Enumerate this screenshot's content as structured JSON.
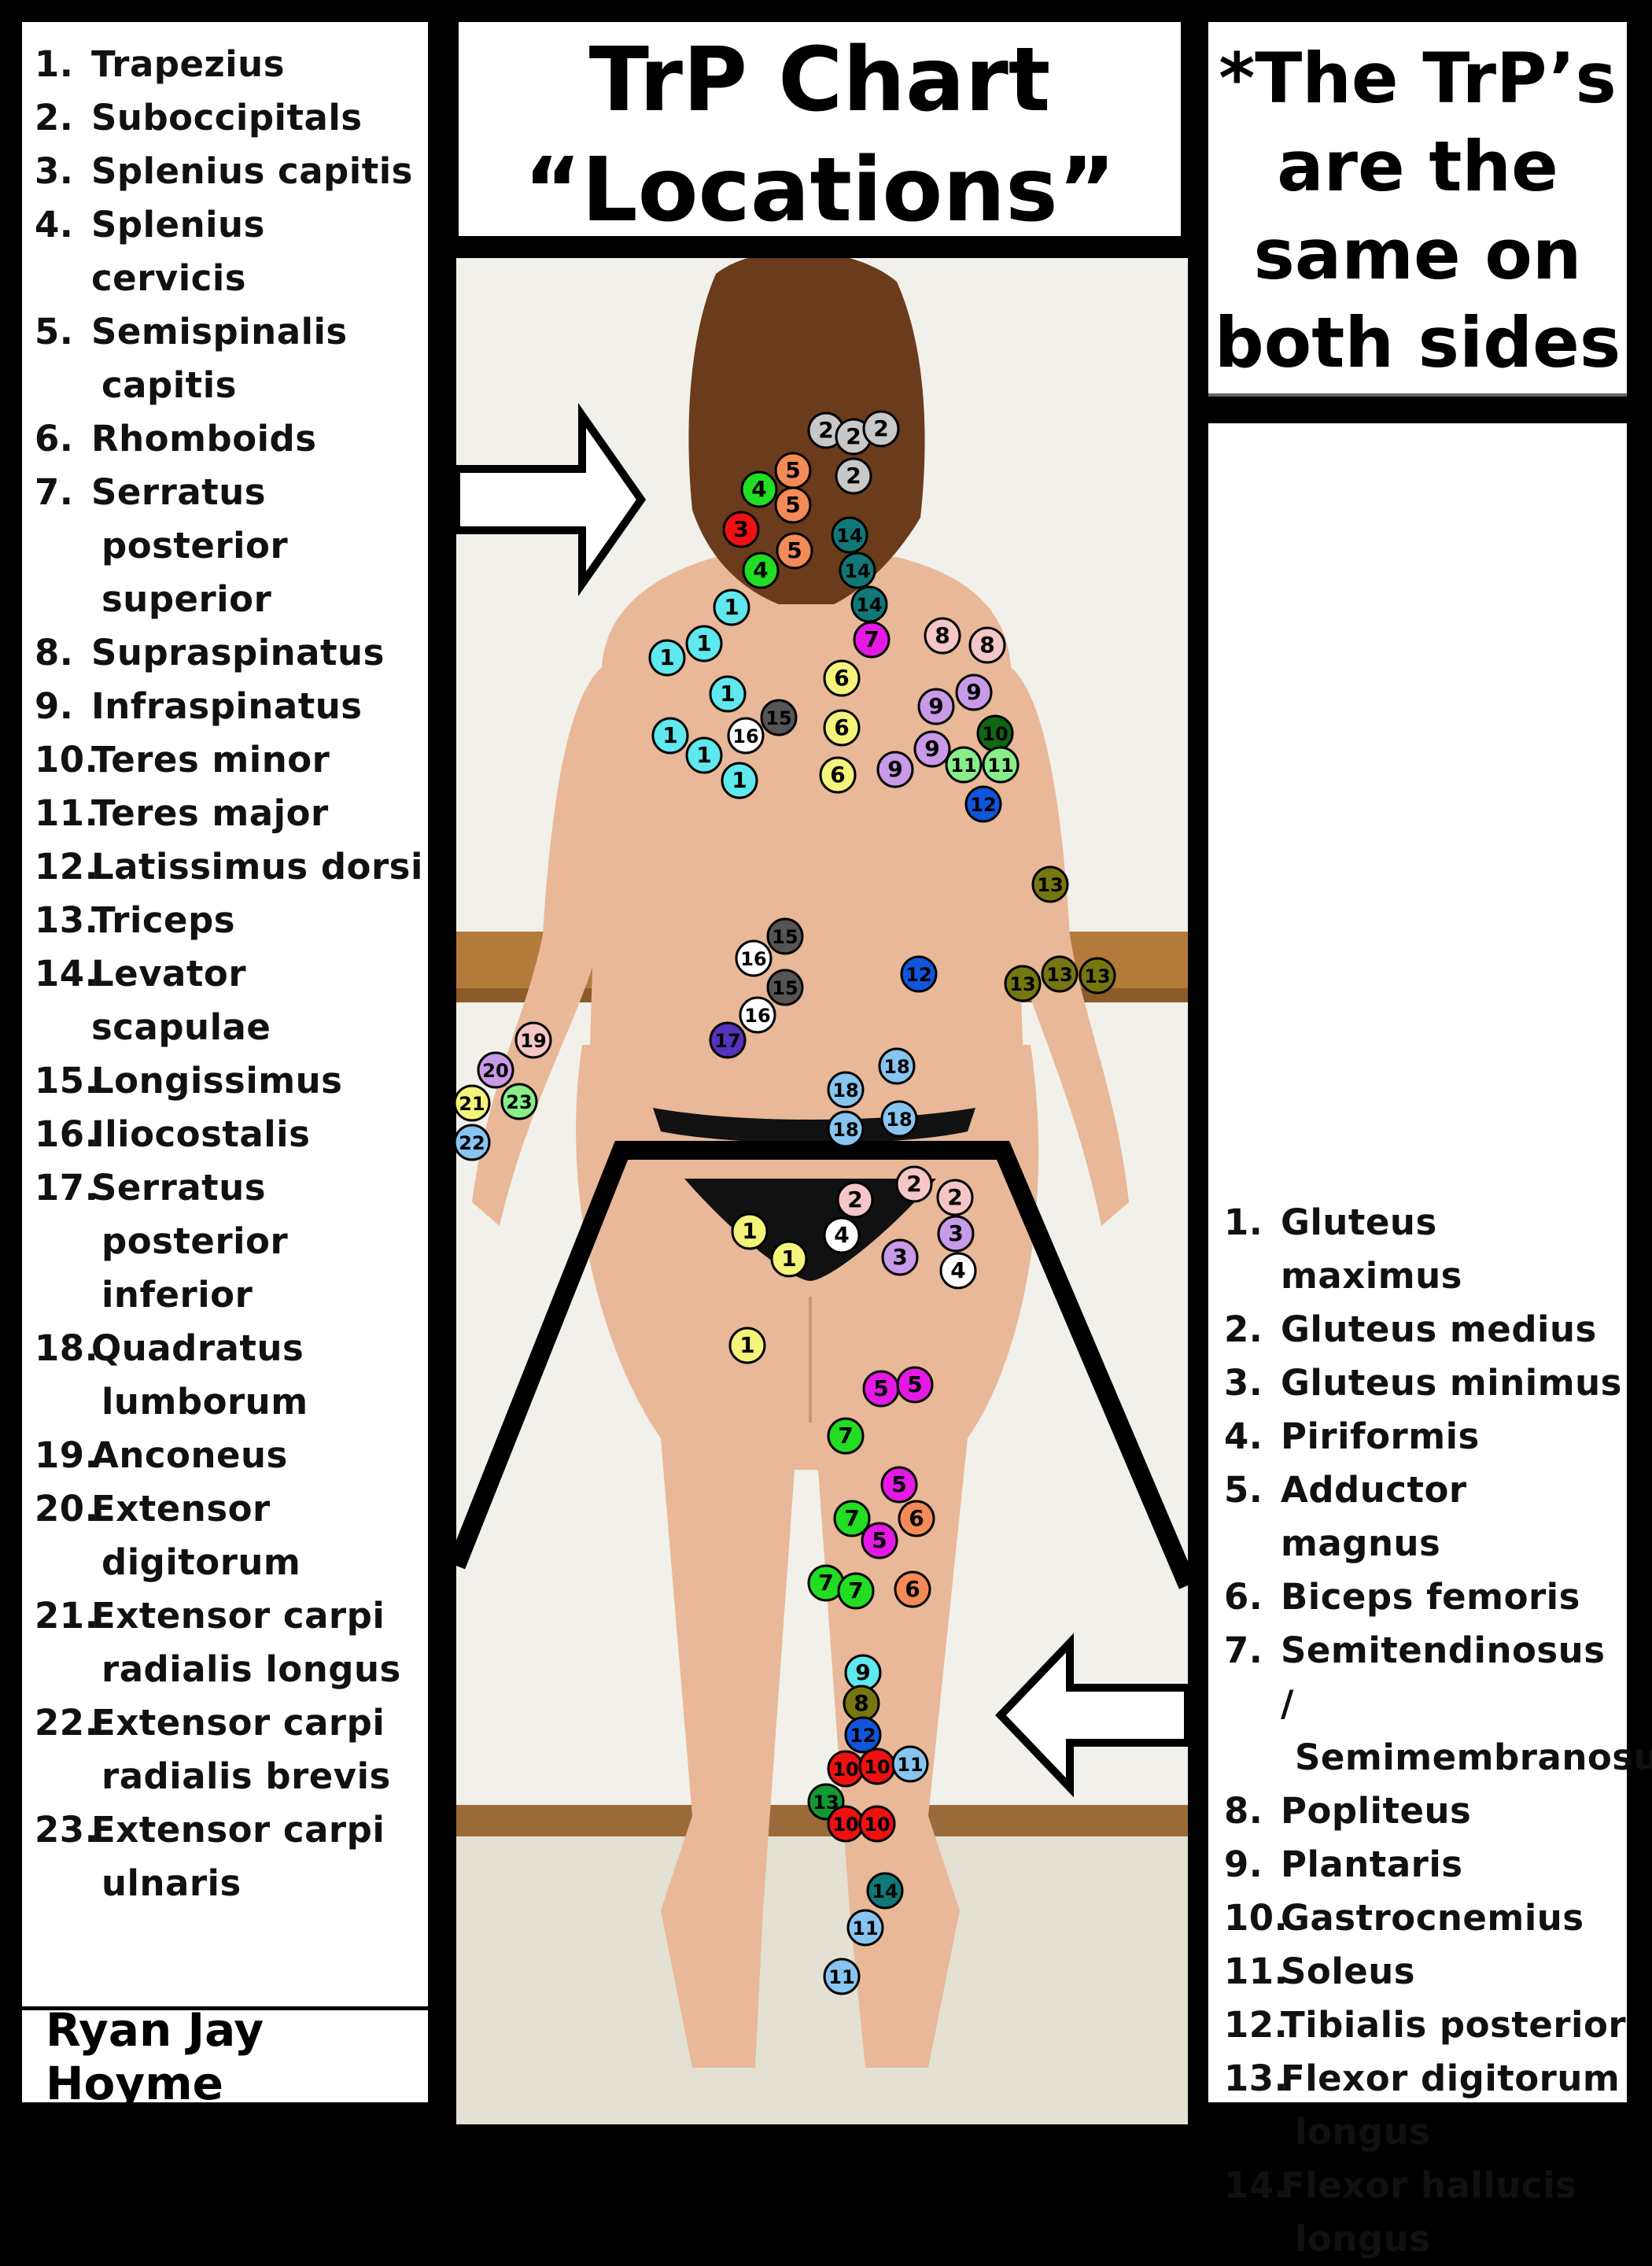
{
  "title": {
    "line1": "TrP Chart",
    "line2": "“Locations”"
  },
  "note": {
    "line1": "*The TrP’s",
    "line2": "are the",
    "line3": "same on",
    "line4": "both sides"
  },
  "author": "Ryan Jay Hoyme",
  "upper_legend": [
    {
      "num": "1.",
      "lines": [
        "Trapezius"
      ]
    },
    {
      "num": "2.",
      "lines": [
        "Suboccipitals"
      ]
    },
    {
      "num": "3.",
      "lines": [
        "Splenius capitis"
      ]
    },
    {
      "num": "4.",
      "lines": [
        "Splenius cervicis"
      ]
    },
    {
      "num": "5.",
      "lines": [
        "Semispinalis",
        "capitis"
      ]
    },
    {
      "num": "6.",
      "lines": [
        "Rhomboids"
      ]
    },
    {
      "num": "7.",
      "lines": [
        "Serratus",
        "posterior",
        "superior"
      ]
    },
    {
      "num": "8.",
      "lines": [
        "Supraspinatus"
      ]
    },
    {
      "num": "9.",
      "lines": [
        "Infraspinatus"
      ]
    },
    {
      "num": "10.",
      "lines": [
        "Teres minor"
      ]
    },
    {
      "num": "11.",
      "lines": [
        "Teres major"
      ]
    },
    {
      "num": "12.",
      "lines": [
        "Latissimus dorsi"
      ]
    },
    {
      "num": "13.",
      "lines": [
        "Triceps"
      ]
    },
    {
      "num": "14.",
      "lines": [
        "Levator scapulae"
      ]
    },
    {
      "num": "15.",
      "lines": [
        "Longissimus"
      ]
    },
    {
      "num": "16.",
      "lines": [
        "Iliocostalis"
      ]
    },
    {
      "num": "17.",
      "lines": [
        "Serratus",
        "posterior",
        "inferior"
      ]
    },
    {
      "num": "18.",
      "lines": [
        "Quadratus",
        "lumborum"
      ]
    },
    {
      "num": "19.",
      "lines": [
        "Anconeus"
      ]
    },
    {
      "num": "20.",
      "lines": [
        "Extensor",
        "digitorum"
      ]
    },
    {
      "num": "21.",
      "lines": [
        "Extensor carpi",
        "radialis longus"
      ]
    },
    {
      "num": "22.",
      "lines": [
        "Extensor carpi",
        "radialis brevis"
      ]
    },
    {
      "num": "23.",
      "lines": [
        "Extensor carpi",
        "ulnaris"
      ]
    }
  ],
  "lower_legend": [
    {
      "num": "1.",
      "lines": [
        "Gluteus maximus"
      ]
    },
    {
      "num": "2.",
      "lines": [
        "Gluteus medius"
      ]
    },
    {
      "num": "3.",
      "lines": [
        "Gluteus minimus"
      ]
    },
    {
      "num": "4.",
      "lines": [
        "Piriformis"
      ]
    },
    {
      "num": "5.",
      "lines": [
        "Adductor magnus"
      ]
    },
    {
      "num": "6.",
      "lines": [
        "Biceps femoris"
      ]
    },
    {
      "num": "7.",
      "lines": [
        "Semitendinosus /",
        "Semimembranosus"
      ]
    },
    {
      "num": "8.",
      "lines": [
        "Popliteus"
      ]
    },
    {
      "num": "9.",
      "lines": [
        "Plantaris"
      ]
    },
    {
      "num": "10.",
      "lines": [
        "Gastrocnemius"
      ]
    },
    {
      "num": "11.",
      "lines": [
        "Soleus"
      ]
    },
    {
      "num": "12.",
      "lines": [
        "Tibialis posterior"
      ]
    },
    {
      "num": "13.",
      "lines": [
        "Flexor digitorum",
        "longus"
      ]
    },
    {
      "num": "14.",
      "lines": [
        "Flexor hallucis",
        "longus"
      ]
    }
  ],
  "colors": {
    "1": "#5fe8ee",
    "2": "#c8c8c8",
    "3": "#ee1111",
    "4": "#22dd22",
    "5": "#f48a58",
    "6": "#f4f47a",
    "7": "#e41ae4",
    "8": "#f4c6c6",
    "9": "#c89ae8",
    "10": "#116611",
    "11": "#88ee88",
    "12": "#1155dd",
    "13": "#777711",
    "14": "#117777",
    "15": "#555555",
    "16": "#ffffff",
    "17": "#5533bb",
    "18": "#88c4f0",
    "19": "#f4c6c6",
    "20": "#c89ae8",
    "21": "#f4f47a",
    "22": "#88c4f0",
    "23": "#88ee88"
  },
  "colors_lower": {
    "1": "#f4f47a",
    "2": "#f4c6c6",
    "3": "#c89ae8",
    "4": "#ffffff",
    "5": "#e41ae4",
    "6": "#f48a58",
    "7": "#22dd22",
    "8": "#777711",
    "9": "#5fe8ee",
    "10": "#ee1111",
    "11": "#88c4f0",
    "12": "#1155dd",
    "13": "#119933",
    "14": "#117777"
  },
  "upper_points": [
    "2",
    "2",
    "2",
    "2",
    "5",
    "4",
    "5",
    "3",
    "5",
    "4",
    "14",
    "14",
    "14",
    "1",
    "1",
    "1",
    "7",
    "8",
    "8",
    "6",
    "1",
    "15",
    "9",
    "9",
    "6",
    "1",
    "16",
    "1",
    "10",
    "9",
    "11",
    "11",
    "9",
    "6",
    "1",
    "12",
    "13",
    "15",
    "16",
    "15",
    "16",
    "12",
    "13",
    "13",
    "13",
    "17",
    "19",
    "20",
    "23",
    "21",
    "22",
    "18",
    "18",
    "18",
    "18"
  ],
  "lower_points": [
    "2",
    "2",
    "2",
    "1",
    "4",
    "3",
    "3",
    "1",
    "4",
    "1",
    "5",
    "5",
    "7",
    "5",
    "6",
    "7",
    "5",
    "7",
    "7",
    "6",
    "9",
    "8",
    "12",
    "10",
    "10",
    "11",
    "13",
    "10",
    "10",
    "14",
    "11",
    "11"
  ]
}
